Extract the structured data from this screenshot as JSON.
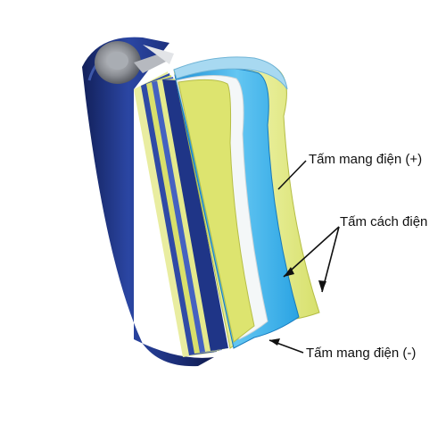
{
  "labels": {
    "positive_plate": "Tấm mang điện (+)",
    "separator": "Tấm cách điện",
    "negative_plate": "Tấm mang điện (-)"
  },
  "colors": {
    "casing": "#1c2f7a",
    "casing_highlight": "#3a56b0",
    "terminal": "#8a8d93",
    "yellow_sheet": "#dfe87a",
    "yellow_sheet_light": "#f0f5b4",
    "blue_sheet": "#29a8e8",
    "blue_sheet_light": "#8fd6f7",
    "white_sheet": "#f7f9fa",
    "leader_line": "#111111"
  }
}
